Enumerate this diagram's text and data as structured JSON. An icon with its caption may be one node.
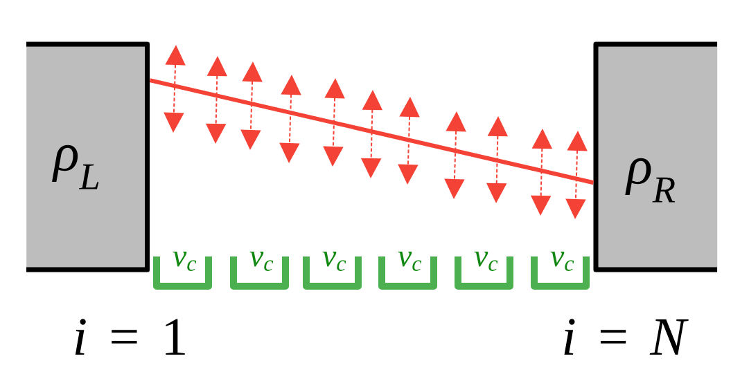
{
  "diagram": {
    "nodes": [
      {
        "text": [
          "ρ$_{L}$"
        ]
      },
      {
        "text": [
          "ρ$_{R}$"
        ]
      },
      {
        "text": [
          "v$_{c}$"
        ]
      },
      {
        "text": [
          "v$_{c}$"
        ]
      },
      {
        "text": [
          "v$_{c}$"
        ]
      },
      {
        "text": [
          "v$_{c}$"
        ]
      },
      {
        "text": [
          "v$_{c}$"
        ]
      },
      {
        "text": [
          "v$_{c}$"
        ]
      }
    ],
    "edges": [
      {
        "from": 0,
        "to": 1,
        "arrow": "none",
        "color": "#f44336"
      }
    ],
    "labels": [
      "*i* = 1",
      "*i* = *N*"
    ]
  }
}
